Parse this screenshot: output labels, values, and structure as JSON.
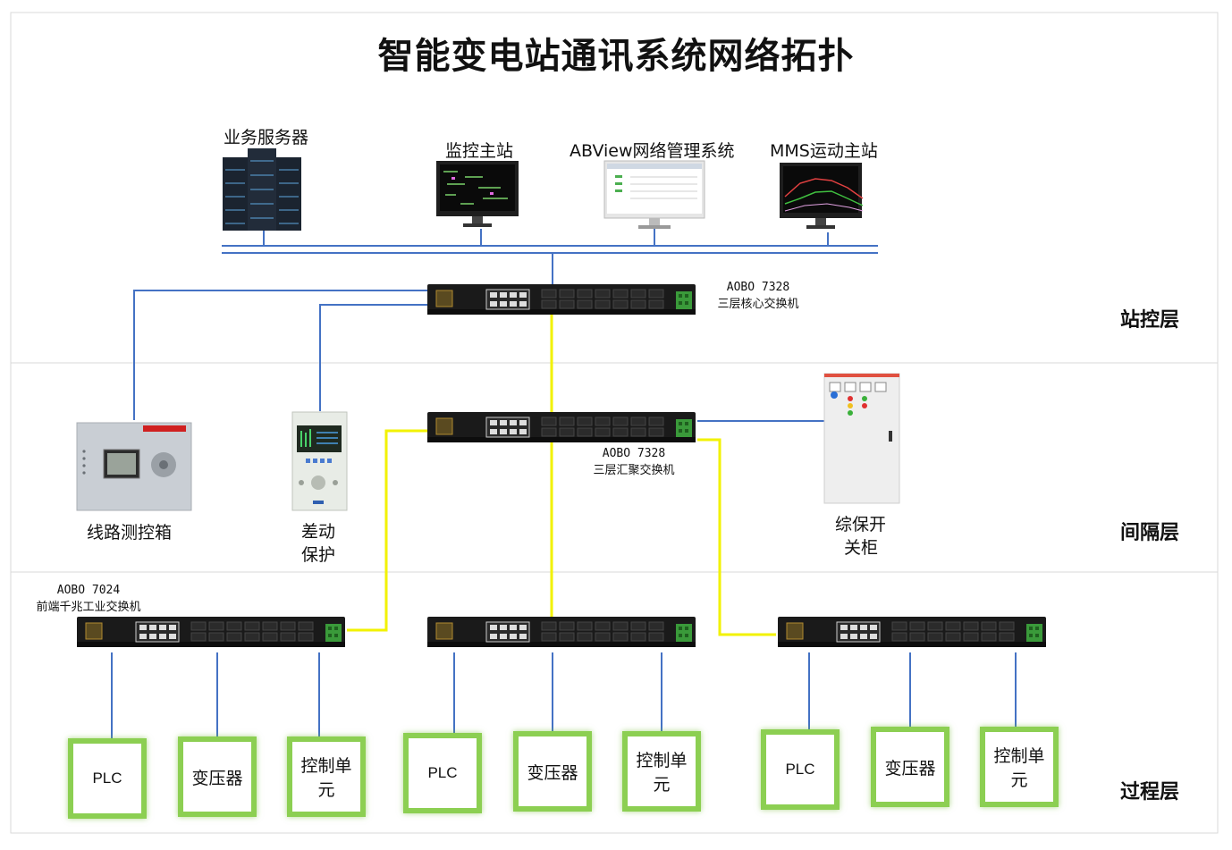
{
  "title": "智能变电站通讯系统网络拓扑",
  "layers": {
    "station": "站控层",
    "bay": "间隔层",
    "process": "过程层"
  },
  "station_devices": {
    "server": "业务服务器",
    "monitor": "监控主站",
    "abview": "ABView网络管理系统",
    "mms": "MMS运动主站"
  },
  "core_switch": {
    "model": "AOBO 7328",
    "desc": "三层核心交换机"
  },
  "agg_switch": {
    "model": "AOBO 7328",
    "desc": "三层汇聚交换机"
  },
  "edge_switch": {
    "model": "AOBO 7024",
    "desc": "前端千兆工业交换机"
  },
  "bay_devices": {
    "line_box": "线路测控箱",
    "diff_line1": "差动",
    "diff_line2": "保护",
    "cabinet_line1": "综保开",
    "cabinet_line2": "关柜"
  },
  "process_devices": [
    {
      "label": "PLC",
      "type": "plc"
    },
    {
      "label": "变压器",
      "type": "text"
    },
    {
      "label": "控制单元",
      "type": "text"
    },
    {
      "label": "PLC",
      "type": "plc"
    },
    {
      "label": "变压器",
      "type": "text"
    },
    {
      "label": "控制单元",
      "type": "text"
    },
    {
      "label": "PLC",
      "type": "plc"
    },
    {
      "label": "变压器",
      "type": "text"
    },
    {
      "label": "控制单元",
      "type": "text"
    }
  ],
  "colors": {
    "blue_link": "#4472c4",
    "yellow_link": "#f2f200",
    "green_box": "#8ccf52",
    "frame": "#d9d9d9"
  }
}
